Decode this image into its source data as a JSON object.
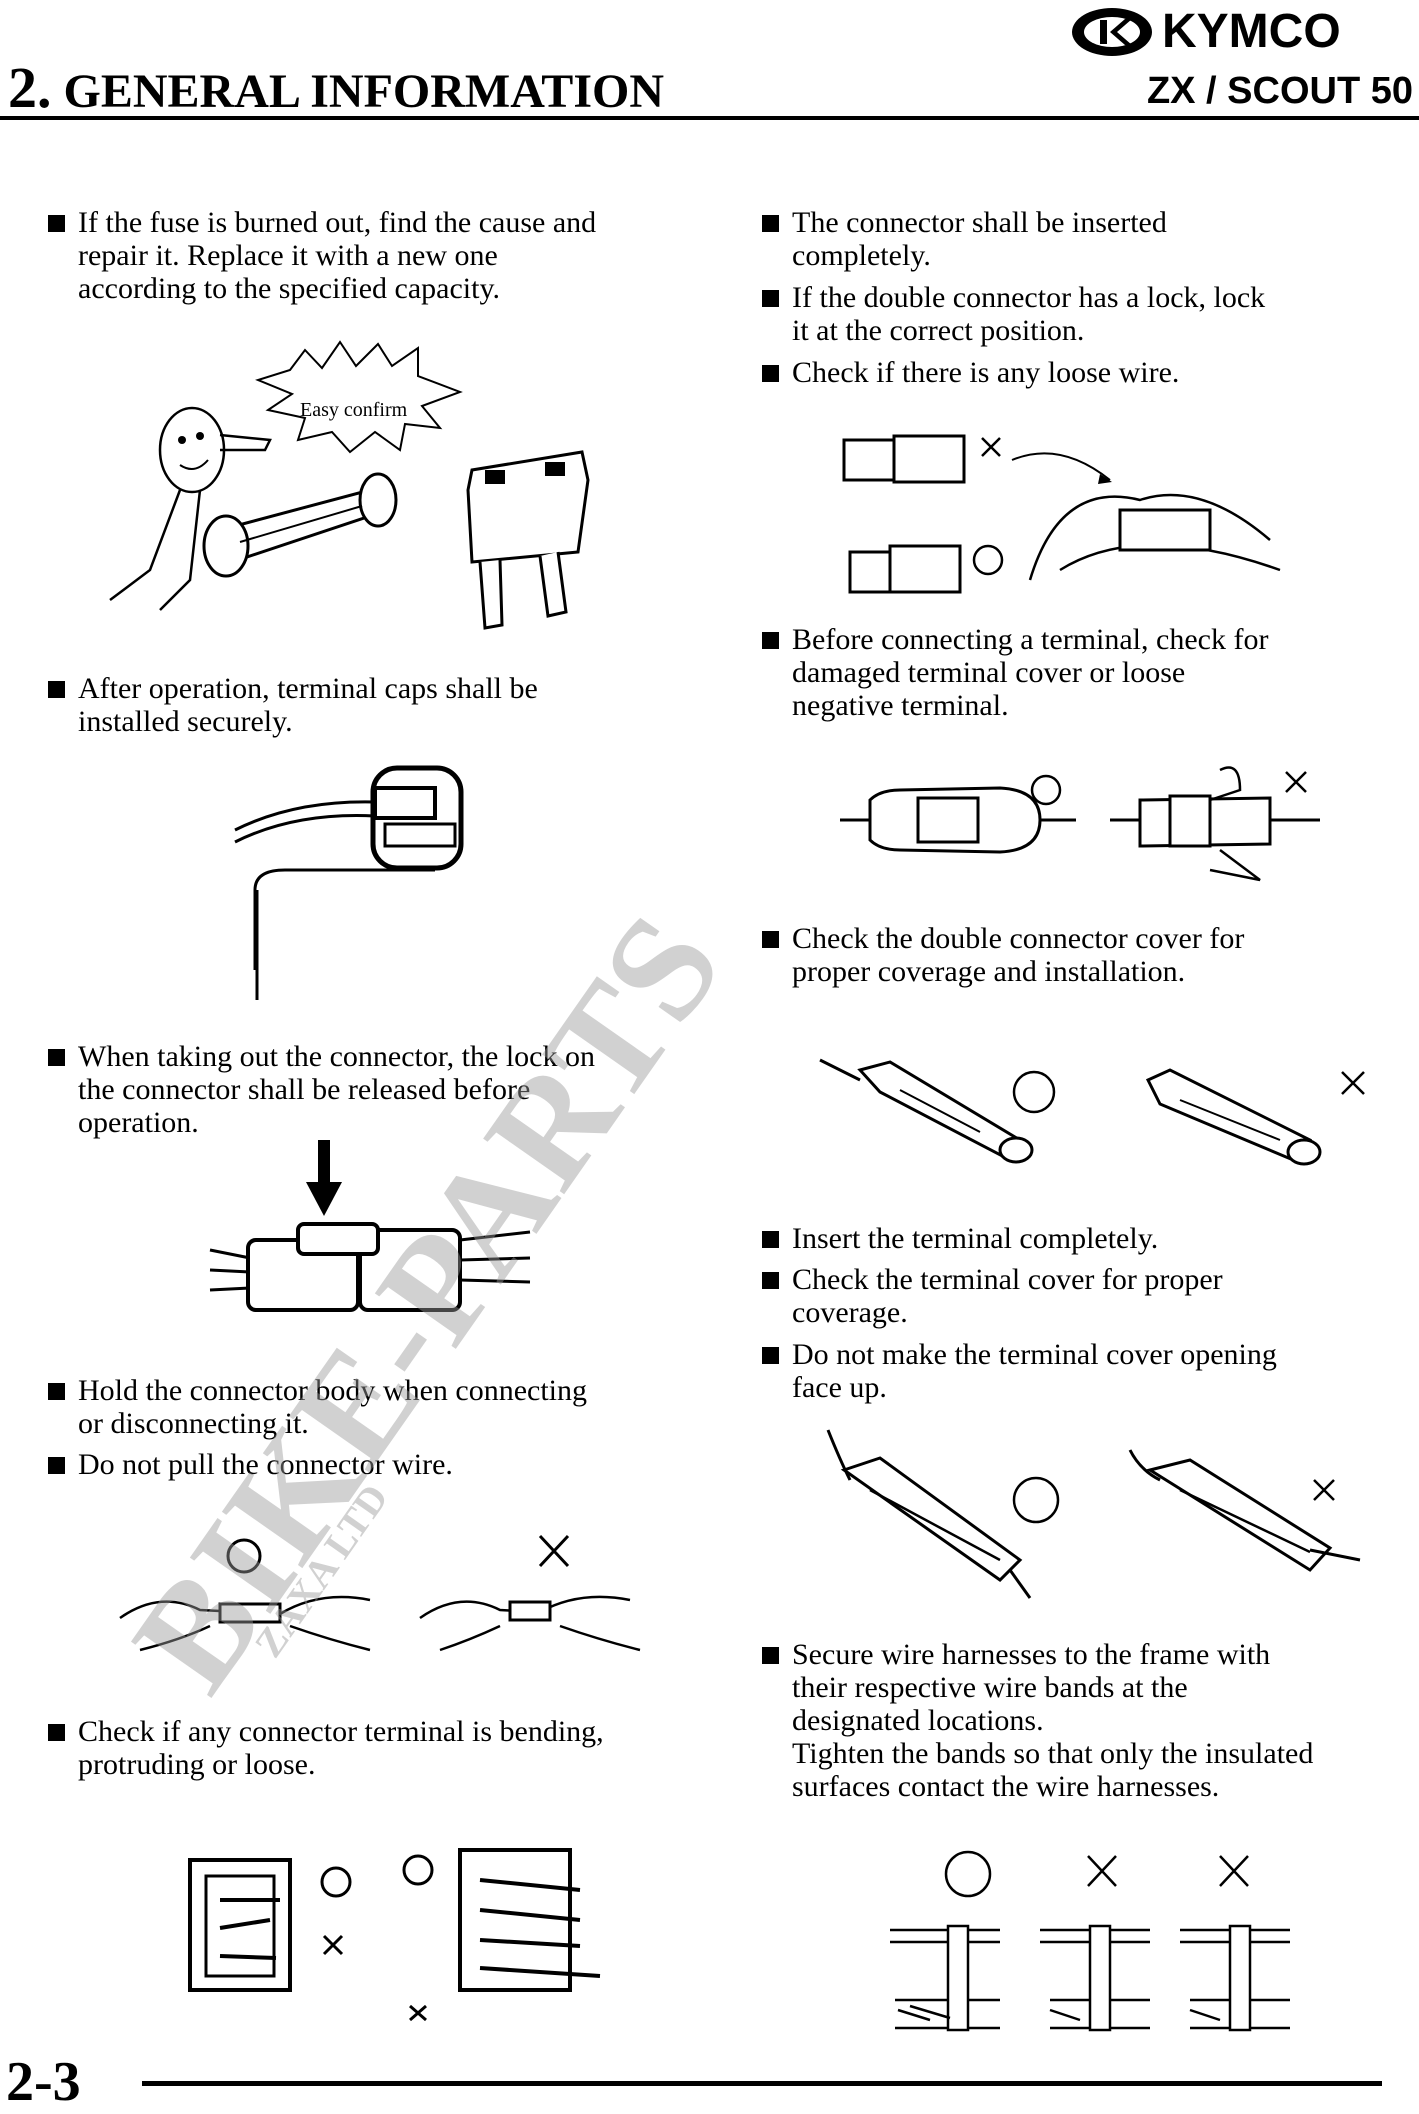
{
  "header": {
    "section_number": "2.",
    "section_title": "GENERAL INFORMATION",
    "brand": "KYMCO",
    "model": "ZX / SCOUT 50"
  },
  "left_column": {
    "fuse": {
      "lines": [
        "If the fuse is burned out, find the cause and",
        "repair it.    Replace it with a new one",
        "according to the specified capacity."
      ],
      "callout": "Easy confirm"
    },
    "terminal_caps": {
      "lines": [
        "After operation, terminal caps shall be",
        "installed securely."
      ]
    },
    "connector_lock": {
      "lines": [
        "When taking out the connector, the lock on",
        "the connector shall be released before",
        "operation."
      ]
    },
    "hold_body": {
      "lines": [
        "Hold the connector body when connecting",
        "or disconnecting it."
      ]
    },
    "pull_wire": {
      "lines": [
        "Do not pull the connector wire."
      ]
    },
    "bending": {
      "lines": [
        "Check if any connector terminal is bending,",
        "protruding or loose."
      ]
    }
  },
  "right_column": {
    "inserted": {
      "lines": [
        "The connector shall be inserted",
        "completely."
      ]
    },
    "double_lock": {
      "lines": [
        "If the double connector has a lock, lock",
        "it at the correct position."
      ]
    },
    "loose_wire": {
      "lines": [
        "Check if there is any loose wire."
      ]
    },
    "terminal_cover": {
      "lines": [
        "Before connecting a terminal, check for",
        "damaged terminal cover or loose",
        "negative terminal."
      ]
    },
    "double_cover": {
      "lines": [
        "Check the double connector cover for",
        "proper coverage and installation."
      ]
    },
    "insert_terminal": {
      "lines": [
        "Insert the terminal completely."
      ]
    },
    "cover_coverage": {
      "lines": [
        "Check the terminal cover for proper",
        "coverage."
      ]
    },
    "opening_face": {
      "lines": [
        "Do not make the terminal cover opening",
        "face up."
      ]
    },
    "harness": {
      "lines": [
        "Secure wire harnesses to the frame with",
        "their respective wire bands at the",
        "designated locations.",
        "Tighten the bands so that only the insulated",
        "surfaces contact the wire harnesses."
      ]
    }
  },
  "footer": {
    "page_number": "2-3"
  },
  "watermark": {
    "main": "BIKE-PARTS",
    "sub": "ZAXA LTD"
  }
}
